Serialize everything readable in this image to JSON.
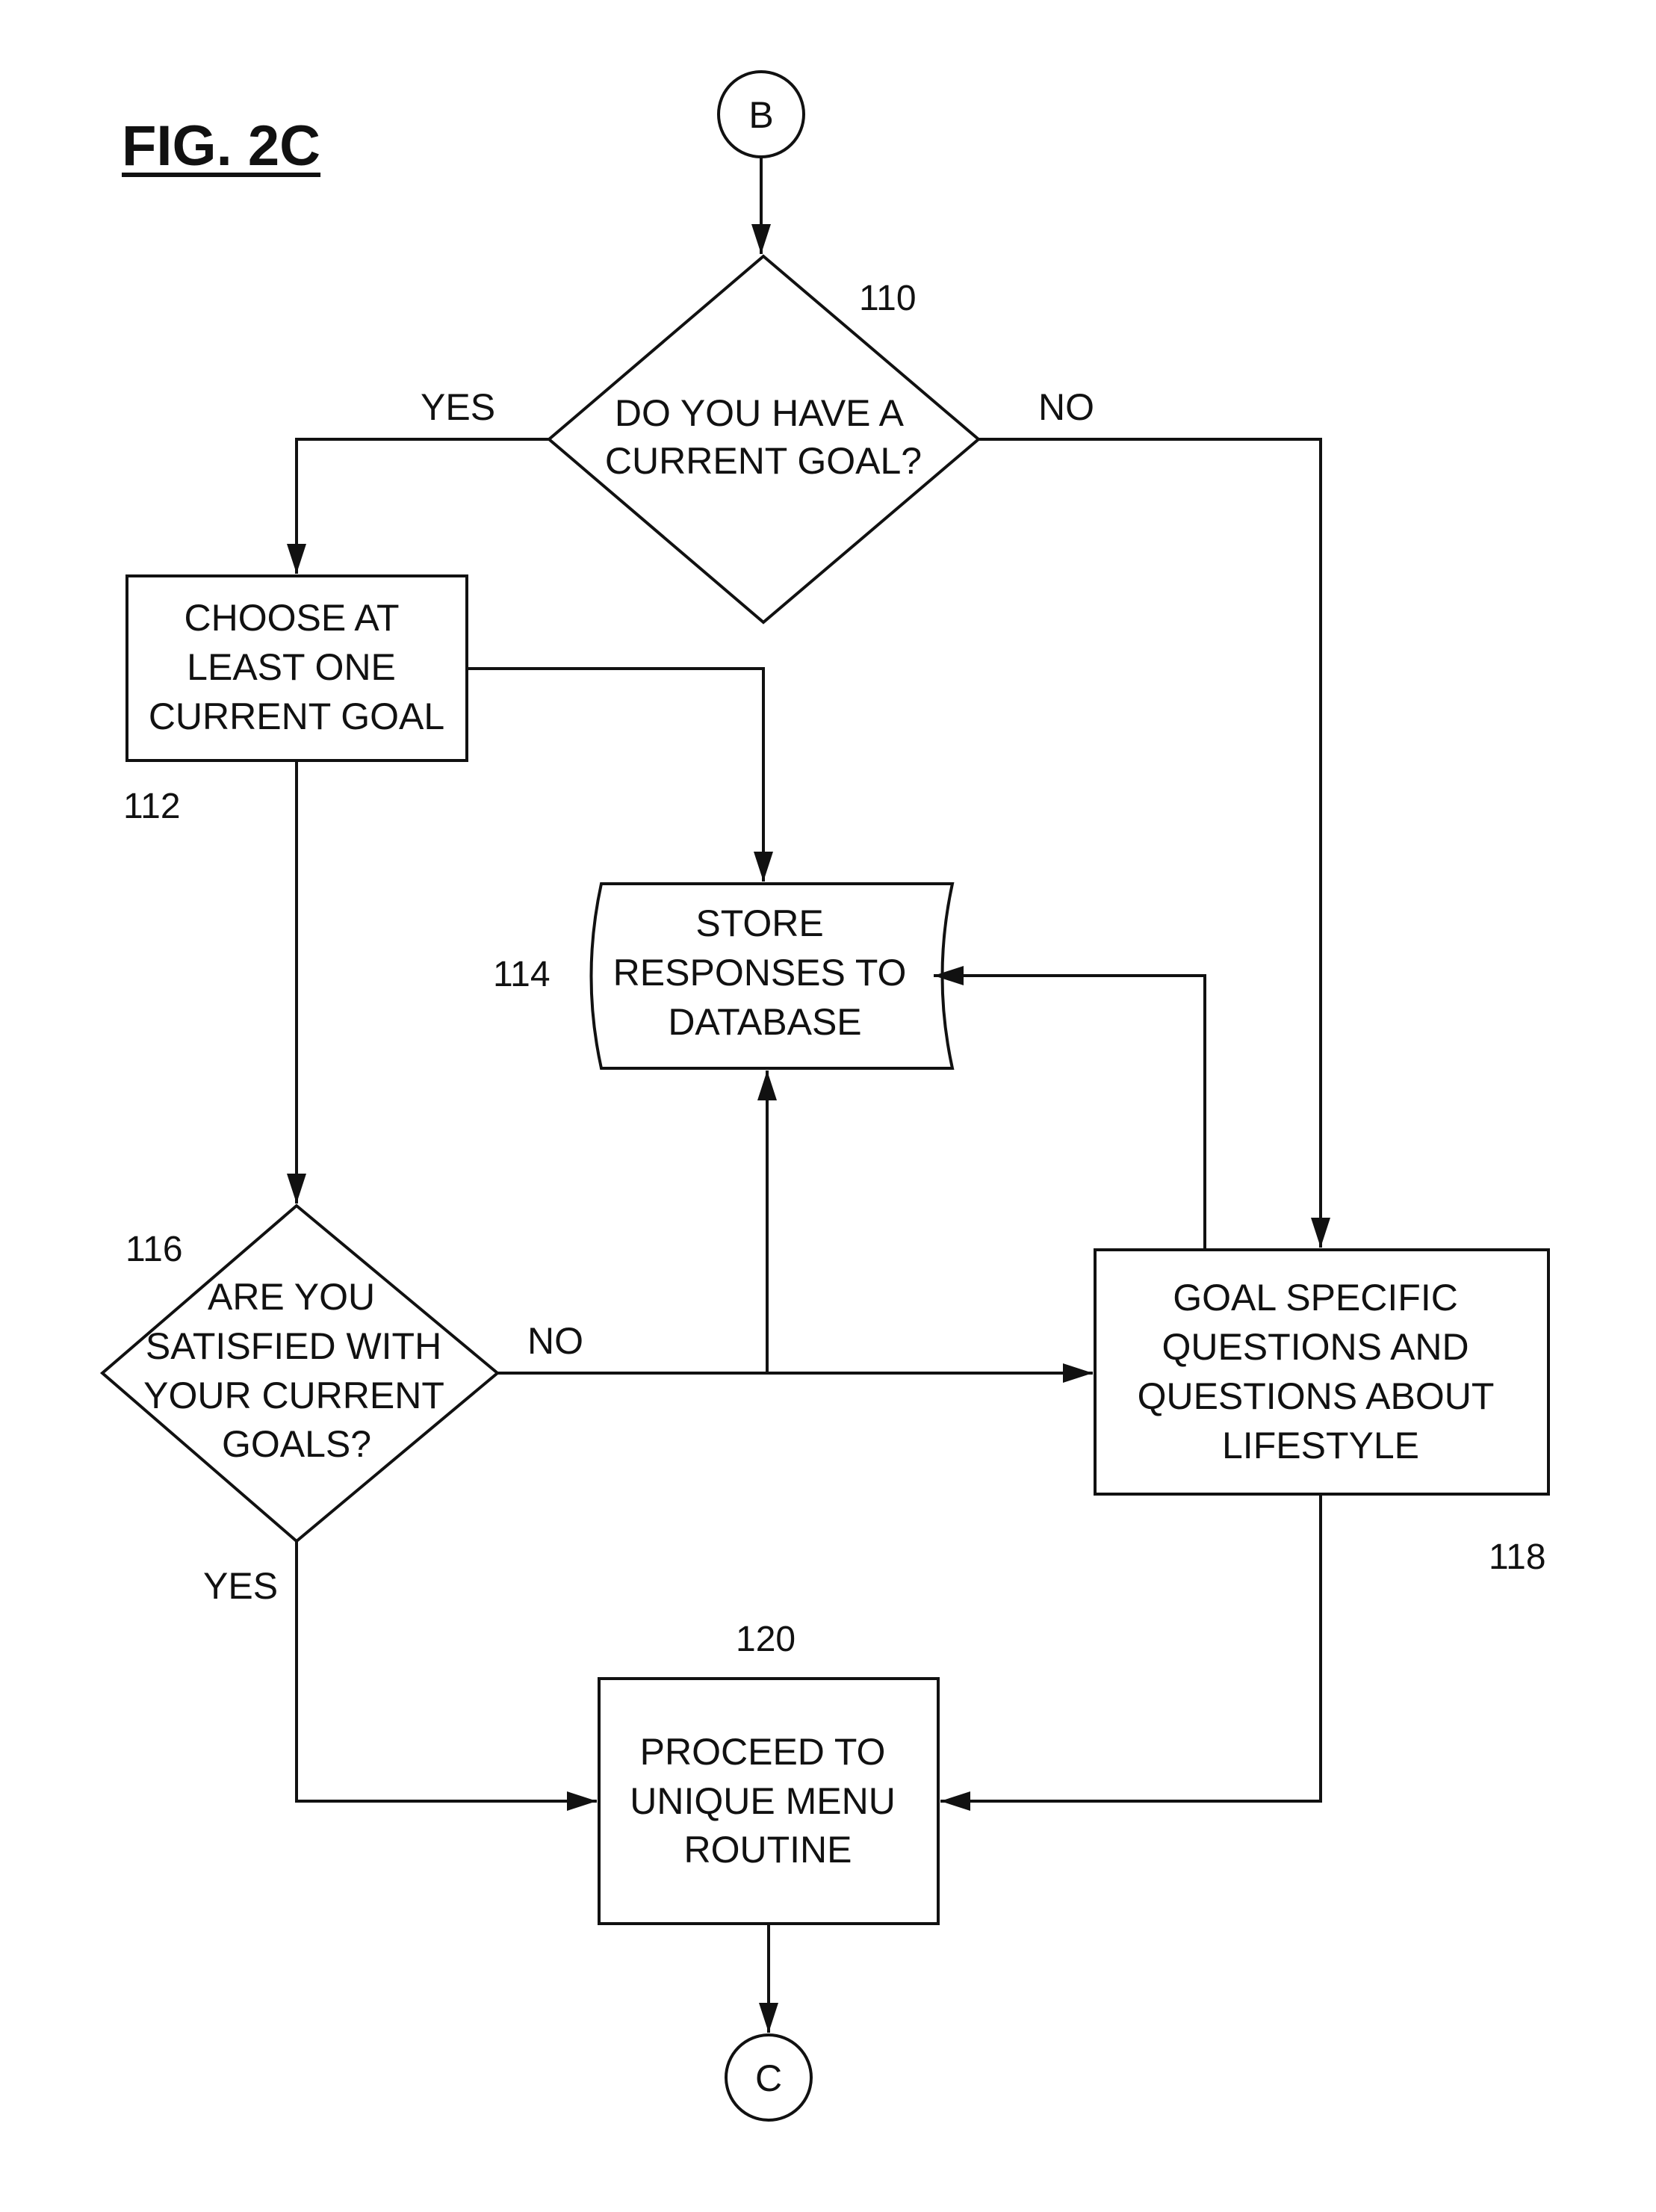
{
  "figure_title": "FIG. 2C",
  "connectors": {
    "start": "B",
    "end": "C"
  },
  "nodes": {
    "n110": {
      "ref": "110",
      "lines": [
        "DO YOU HAVE A",
        "CURRENT GOAL?"
      ]
    },
    "n112": {
      "ref": "112",
      "lines": [
        "CHOOSE AT",
        "LEAST ONE",
        "CURRENT GOAL"
      ]
    },
    "n114": {
      "ref": "114",
      "lines": [
        "STORE",
        "RESPONSES TO",
        "DATABASE"
      ]
    },
    "n116": {
      "ref": "116",
      "lines": [
        "ARE YOU",
        "SATISFIED WITH",
        "YOUR CURRENT",
        "GOALS?"
      ]
    },
    "n118": {
      "ref": "118",
      "lines": [
        "GOAL SPECIFIC",
        "QUESTIONS AND",
        "QUESTIONS ABOUT",
        "LIFESTYLE"
      ]
    },
    "n120": {
      "ref": "120",
      "lines": [
        "PROCEED TO",
        "UNIQUE MENU",
        "ROUTINE"
      ]
    }
  },
  "edge_labels": {
    "yes_110": "YES",
    "no_110": "NO",
    "no_116": "NO",
    "yes_116": "YES"
  }
}
